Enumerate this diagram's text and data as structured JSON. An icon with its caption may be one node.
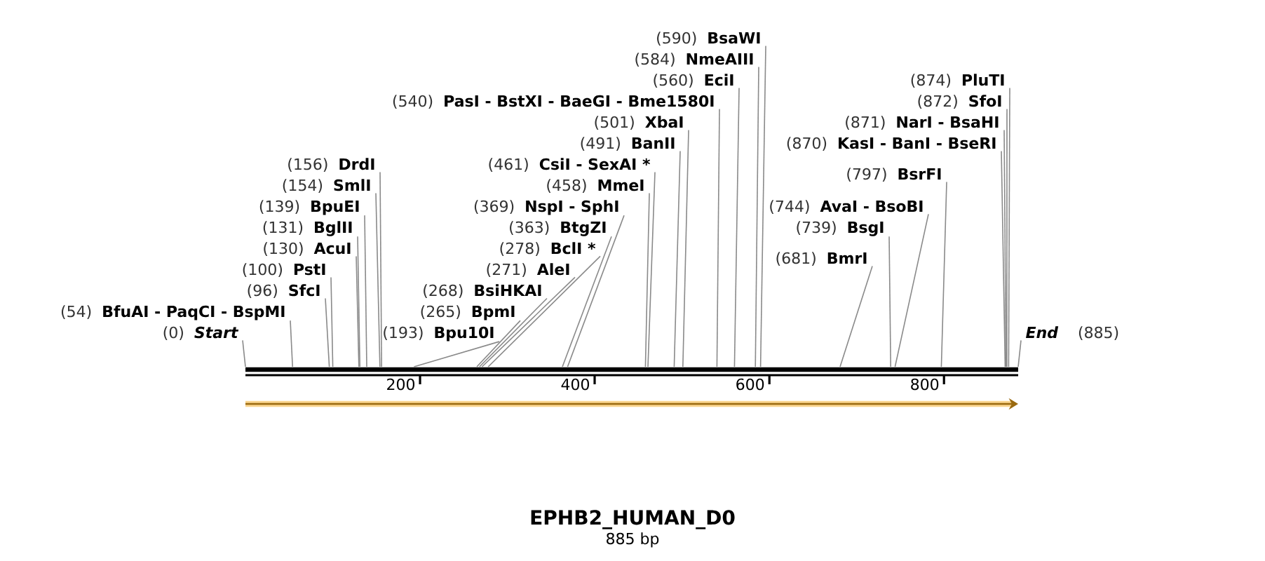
{
  "diagram": {
    "title": "EPHB2_HUMAN_D0",
    "caption": "885 bp",
    "nodes": [
      {
        "text": [
          "(540)",
          "PasI - BstXI - BaeGI - Bme1580I"
        ]
      },
      {
        "text": [
          "(193)",
          "Bpu10I"
        ]
      },
      {
        "text": [
          "(156)",
          "DrdI"
        ]
      },
      {
        "text": [
          "(154)",
          "SmlI"
        ]
      },
      {
        "text": [
          "(139)",
          "BpuEI"
        ]
      },
      {
        "text": [
          "(131)",
          "BglII"
        ]
      },
      {
        "text": [
          "(130)",
          "AcuI"
        ]
      },
      {
        "text": [
          "(100)",
          "PstI"
        ]
      },
      {
        "text": [
          "(96)",
          "SfcI"
        ]
      },
      {
        "text": [
          "(54)",
          "BfuAI - PaqCI - BspMI"
        ]
      },
      {
        "text": [
          "(0)",
          "Start"
        ]
      },
      {
        "text": [
          "(278)",
          "BclI *"
        ]
      },
      {
        "text": [
          "(271)",
          "AleI"
        ]
      },
      {
        "text": [
          "(268)",
          "BsiHKAI"
        ]
      },
      {
        "text": [
          "(265)",
          "BpmI"
        ]
      },
      {
        "text": [
          "(369)",
          "NspI - SphI"
        ]
      },
      {
        "text": [
          "(363)",
          "BtgZI"
        ]
      },
      {
        "text": [
          "(461)",
          "CsiI - SexAI *"
        ]
      },
      {
        "text": [
          "(458)",
          "MmeI"
        ]
      },
      {
        "text": [
          "(501)",
          "XbaI"
        ]
      },
      {
        "text": [
          "(491)",
          "BanII"
        ]
      },
      {
        "text": [
          "(590)",
          "BsaWI"
        ]
      },
      {
        "text": [
          "(584)",
          "NmeAIII"
        ]
      },
      {
        "text": [
          "(560)",
          "EciI"
        ]
      },
      {
        "text": [
          "(870)",
          "KasI - BanI - BseRI"
        ]
      },
      {
        "text": [
          "(871)",
          "NarI - BsaHI"
        ]
      },
      {
        "text": [
          "(872)",
          "SfoI"
        ]
      },
      {
        "text": [
          "(874)",
          "PluTI"
        ]
      },
      {
        "text": [
          "(797)",
          "BsrFI"
        ]
      },
      {
        "text": [
          "(744)",
          "AvaI - BsoBI"
        ]
      },
      {
        "text": [
          "(739)",
          "BsgI"
        ]
      },
      {
        "text": [
          "(681)",
          "BmrI"
        ]
      },
      {
        "text": [
          "End",
          "(885)"
        ]
      },
      {
        "text": [],
        "shape": "bar"
      }
    ],
    "edges": [
      {
        "from": 0,
        "to": 33,
        "arrow": "none"
      },
      {
        "from": 1,
        "to": 33,
        "arrow": "none"
      },
      {
        "from": 2,
        "to": 33,
        "arrow": "none"
      },
      {
        "from": 3,
        "to": 33,
        "arrow": "none"
      },
      {
        "from": 4,
        "to": 33,
        "arrow": "none"
      },
      {
        "from": 5,
        "to": 33,
        "arrow": "none"
      },
      {
        "from": 6,
        "to": 33,
        "arrow": "none"
      },
      {
        "from": 7,
        "to": 33,
        "arrow": "none"
      },
      {
        "from": 8,
        "to": 33,
        "arrow": "none"
      },
      {
        "from": 9,
        "to": 33,
        "arrow": "none"
      },
      {
        "from": 10,
        "to": 33,
        "arrow": "none"
      },
      {
        "from": 11,
        "to": 33,
        "arrow": "none"
      },
      {
        "from": 12,
        "to": 33,
        "arrow": "none"
      },
      {
        "from": 13,
        "to": 33,
        "arrow": "none"
      },
      {
        "from": 14,
        "to": 33,
        "arrow": "none"
      },
      {
        "from": 15,
        "to": 33,
        "arrow": "none"
      },
      {
        "from": 16,
        "to": 33,
        "arrow": "none"
      },
      {
        "from": 17,
        "to": 33,
        "arrow": "none"
      },
      {
        "from": 18,
        "to": 33,
        "arrow": "none"
      },
      {
        "from": 19,
        "to": 33,
        "arrow": "none"
      },
      {
        "from": 20,
        "to": 33,
        "arrow": "none"
      },
      {
        "from": 21,
        "to": 33,
        "arrow": "none"
      },
      {
        "from": 22,
        "to": 33,
        "arrow": "none"
      },
      {
        "from": 23,
        "to": 33,
        "arrow": "none"
      },
      {
        "from": 24,
        "to": 33,
        "arrow": "none"
      },
      {
        "from": 25,
        "to": 33,
        "arrow": "none"
      },
      {
        "from": 26,
        "to": 33,
        "arrow": "none"
      },
      {
        "from": 27,
        "to": 33,
        "arrow": "none"
      },
      {
        "from": 28,
        "to": 33,
        "arrow": "none"
      },
      {
        "from": 29,
        "to": 33,
        "arrow": "none"
      },
      {
        "from": 30,
        "to": 33,
        "arrow": "none"
      },
      {
        "from": 31,
        "to": 33,
        "arrow": "none"
      },
      {
        "from": 32,
        "to": 33,
        "arrow": "none"
      }
    ],
    "labels": [
      "200",
      "400",
      "600",
      "800"
    ]
  }
}
